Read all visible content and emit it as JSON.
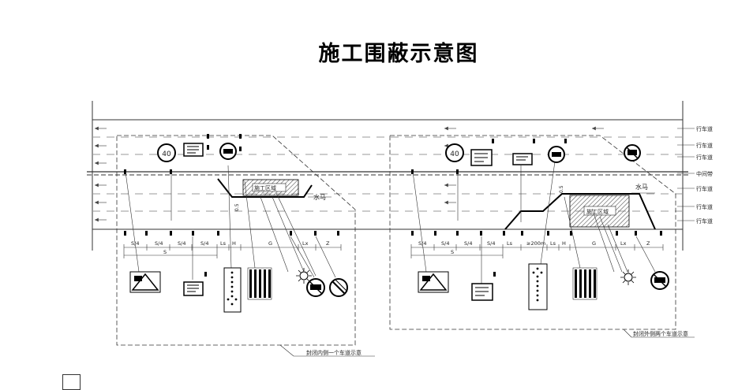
{
  "title": "施工围蔽示意图",
  "lane_labels": [
    "行车道",
    "行车道",
    "行车道",
    "中间带",
    "行车道",
    "行车道",
    "行车道"
  ],
  "left_diagram": {
    "caption": "封闭内侧一个车道示意",
    "work_zone_label": "施工区域",
    "barrier_label": "水马",
    "speed_limit": "40",
    "offset_label": "0.5",
    "dim_row1": [
      "S/4",
      "S/4",
      "S/4",
      "S/4",
      "Ls",
      "H",
      "G",
      "Lx",
      "Z"
    ],
    "dim_row2": [
      "S"
    ]
  },
  "right_diagram": {
    "caption": "封闭外侧两个车道示意",
    "work_zone_label": "施工区域",
    "barrier_label": "水马",
    "speed_limit": "40",
    "offset_label": "0.5",
    "dim_row1": [
      "S/4",
      "S/4",
      "S/4",
      "S/4",
      "Ls",
      "≥200m",
      "Ls",
      "H",
      "G",
      "Lx",
      "Z"
    ],
    "dim_row2": [
      "S"
    ]
  },
  "colors": {
    "ink": "#222222",
    "hatch": "#555555",
    "sign_bg": "#ffffff"
  },
  "icons": [
    "speed-limit-sign-icon",
    "lane-guide-sign-icon",
    "direction-arrow-sign-icon",
    "no-overtaking-sign-icon",
    "construction-warning-sign-icon",
    "arrow-board-icon",
    "cone-array-icon",
    "warning-light-icon",
    "end-restriction-sign-icon"
  ]
}
